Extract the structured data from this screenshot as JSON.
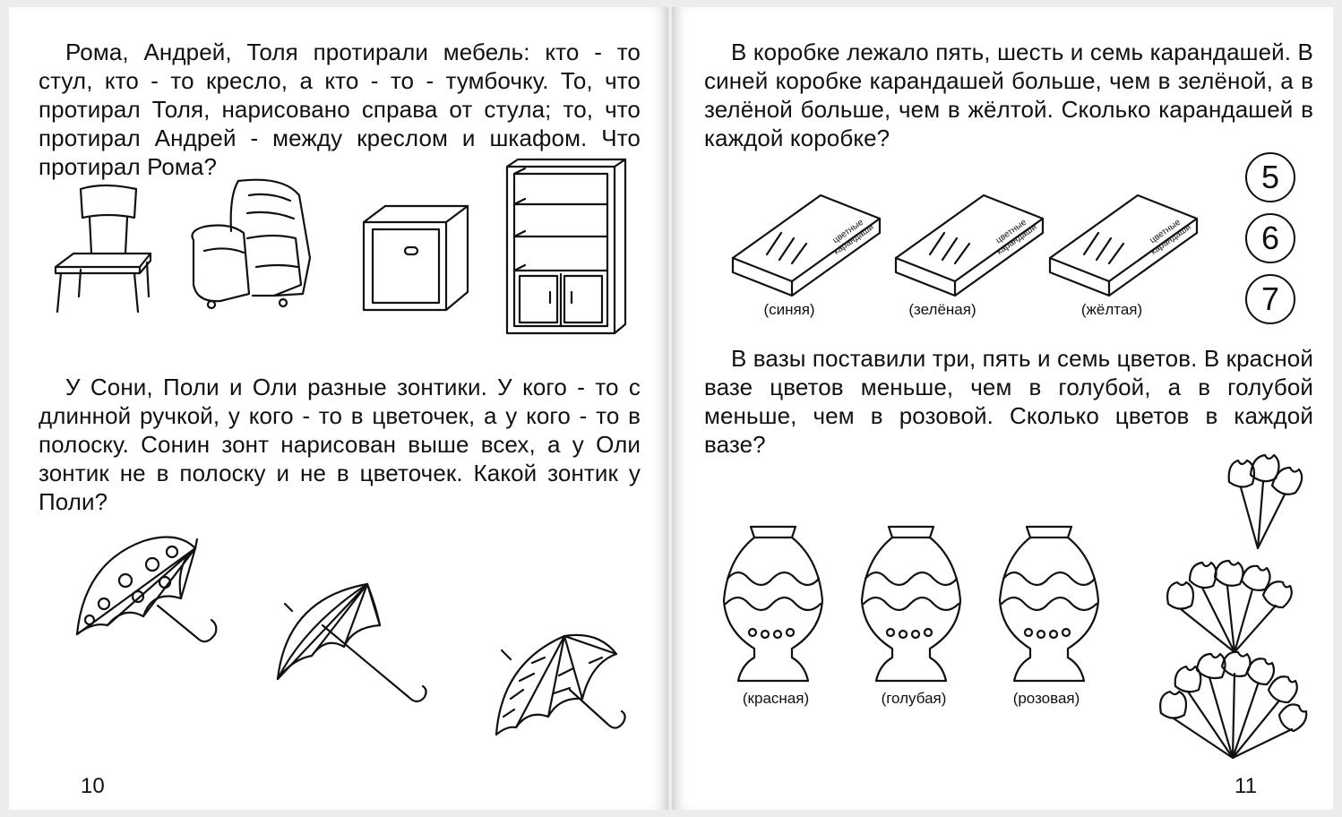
{
  "left_page": {
    "task1": "Рома, Андрей, Толя протирали мебель: кто - то стул, кто - то кресло, а кто - то - тумбочку. То, что протирал Толя, нарисовано справа от стула; то, что протирал Андрей - между креслом и шкафом. Что протирал Рома?",
    "task2": "У Сони, Поли и Оли разные зонтики. У кого - то с длинной ручкой, у кого - то в цветочек, а у кого - то в полоску. Сонин зонт нарисован выше всех, а у Оли зонтик не в полоску и не в цветочек. Какой зонтик у Поли?",
    "page_number": "10"
  },
  "right_page": {
    "task1": "В коробке лежало пять, шесть и семь карандашей. В синей коробке карандашей больше, чем в зелёной, а в зелёной больше, чем в жёлтой. Сколько карандашей в каждой коробке?",
    "box_text": "цветные карандаши",
    "box_labels": [
      "(синяя)",
      "(зелёная)",
      "(жёлтая)"
    ],
    "number_choices": [
      "5",
      "6",
      "7"
    ],
    "task2": "В вазы поставили три, пять и семь цветов. В красной вазе цветов меньше, чем в голубой, а в голубой меньше, чем в розовой. Сколько цветов в каждой вазе?",
    "vase_labels": [
      "(красная)",
      "(голубая)",
      "(розовая)"
    ],
    "page_number": "11"
  }
}
